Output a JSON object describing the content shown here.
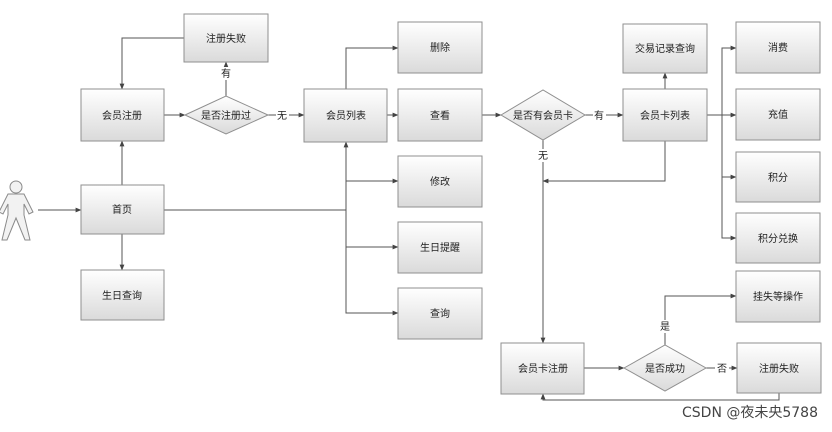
{
  "nodes": {
    "register_fail_top": "注册失败",
    "member_register": "会员注册",
    "registered_check": "是否注册过",
    "member_list": "会员列表",
    "delete": "删除",
    "view": "查看",
    "modify": "修改",
    "birthday_remind": "生日提醒",
    "query": "查询",
    "homepage": "首页",
    "birthday_query": "生日查询",
    "has_card_check": "是否有会员卡",
    "transaction_query": "交易记录查询",
    "card_list": "会员卡列表",
    "consume": "消费",
    "recharge": "充值",
    "points": "积分",
    "points_exchange": "积分兑换",
    "loss_report": "挂失等操作",
    "card_register": "会员卡注册",
    "success_check": "是否成功",
    "register_fail_bottom": "注册失败"
  },
  "edge_labels": {
    "registered_yes": "有",
    "registered_no": "无",
    "card_yes": "有",
    "card_no": "无",
    "success_yes": "是",
    "success_no": "否"
  },
  "watermark": "CSDN @夜未央5788",
  "colors": {
    "box_top": "#ffffff",
    "box_bottom": "#dcdcdc",
    "border": "#8f8f8f",
    "line": "#555555"
  }
}
